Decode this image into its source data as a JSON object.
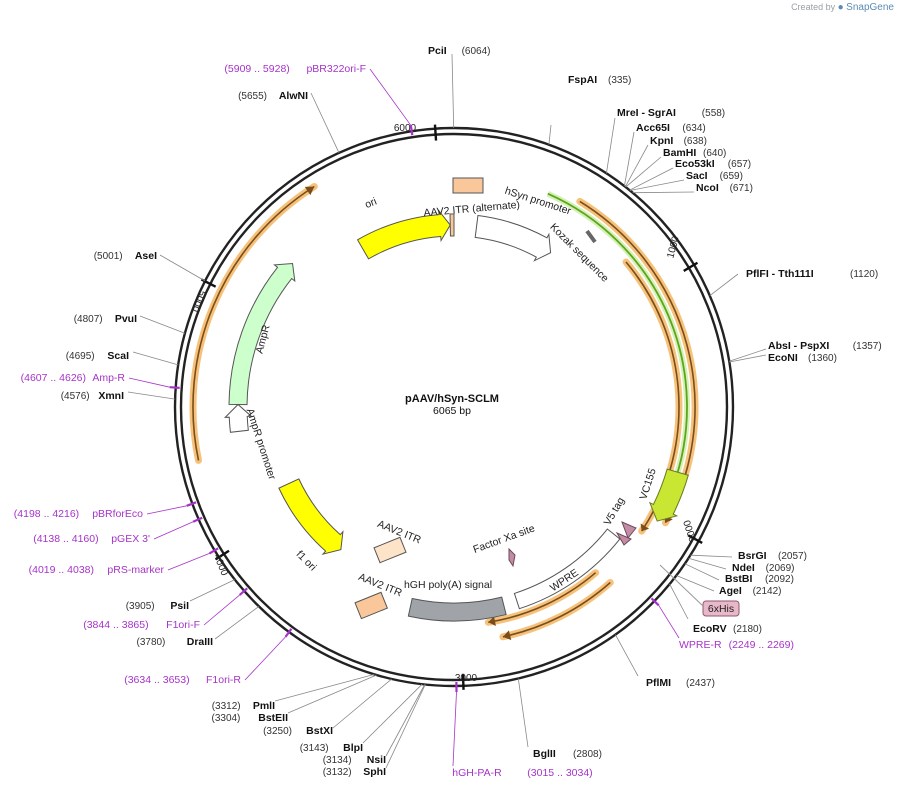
{
  "watermark": {
    "prefix": "Created by",
    "brand": "SnapGene"
  },
  "plasmid": {
    "name": "pAAV/hSyn-SCLM",
    "length_label": "6065 bp",
    "length": 6065
  },
  "ticks": [
    "1000",
    "2000",
    "3000",
    "4000",
    "5000",
    "6000"
  ],
  "enzymes": [
    {
      "name": "PciI",
      "pos": "(6064)"
    },
    {
      "name": "FspAI",
      "pos": "(335)"
    },
    {
      "name": "MreI - SgrAI",
      "pos": "(558)"
    },
    {
      "name": "Acc65I",
      "pos": "(634)"
    },
    {
      "name": "KpnI",
      "pos": "(638)"
    },
    {
      "name": "BamHI",
      "pos": "(640)"
    },
    {
      "name": "Eco53kI",
      "pos": "(657)"
    },
    {
      "name": "SacI",
      "pos": "(659)"
    },
    {
      "name": "NcoI",
      "pos": "(671)"
    },
    {
      "name": "PflFI - Tth111I",
      "pos": "(1120)"
    },
    {
      "name": "AbsI - PspXI",
      "pos": "(1357)"
    },
    {
      "name": "EcoNI",
      "pos": "(1360)"
    },
    {
      "name": "BsrGI",
      "pos": "(2057)"
    },
    {
      "name": "NdeI",
      "pos": "(2069)"
    },
    {
      "name": "BstBI",
      "pos": "(2092)"
    },
    {
      "name": "AgeI",
      "pos": "(2142)"
    },
    {
      "name": "EcoRV",
      "pos": "(2180)"
    },
    {
      "name": "PflMI",
      "pos": "(2437)"
    },
    {
      "name": "BglII",
      "pos": "(2808)"
    },
    {
      "name": "SphI",
      "pos": "(3132)"
    },
    {
      "name": "NsiI",
      "pos": "(3134)"
    },
    {
      "name": "BlpI",
      "pos": "(3143)"
    },
    {
      "name": "BstXI",
      "pos": "(3250)"
    },
    {
      "name": "BstEII",
      "pos": "(3304)"
    },
    {
      "name": "PmlI",
      "pos": "(3312)"
    },
    {
      "name": "DraIII",
      "pos": "(3780)"
    },
    {
      "name": "PsiI",
      "pos": "(3905)"
    },
    {
      "name": "XmnI",
      "pos": "(4576)"
    },
    {
      "name": "ScaI",
      "pos": "(4695)"
    },
    {
      "name": "PvuI",
      "pos": "(4807)"
    },
    {
      "name": "AseI",
      "pos": "(5001)"
    },
    {
      "name": "AlwNI",
      "pos": "(5655)"
    }
  ],
  "primers": [
    {
      "name": "pBR322ori-F",
      "range": "(5909 .. 5928)"
    },
    {
      "name": "Amp-R",
      "range": "(4607 .. 4626)"
    },
    {
      "name": "pBRforEco",
      "range": "(4198 .. 4216)"
    },
    {
      "name": "pGEX 3'",
      "range": "(4138 .. 4160)"
    },
    {
      "name": "pRS-marker",
      "range": "(4019 .. 4038)"
    },
    {
      "name": "F1ori-F",
      "range": "(3844 .. 3865)"
    },
    {
      "name": "F1ori-R",
      "range": "(3634 .. 3653)"
    },
    {
      "name": "hGH-PA-R",
      "range": "(3015 .. 3034)"
    },
    {
      "name": "WPRE-R",
      "range": "(2249 .. 2269)"
    }
  ],
  "features": {
    "ori": "ori",
    "aav2_itr_alt": "AAV2 ITR (alternate)",
    "hsyn": "hSyn promoter",
    "kozak": "Kozak sequence",
    "vc155": "VC155",
    "v5": "V5 tag",
    "his": "6xHis",
    "factor_xa": "Factor Xa site",
    "wpre": "WPRE",
    "hgh": "hGH poly(A) signal",
    "aav2_itr_1": "AAV2 ITR",
    "aav2_itr_2": "AAV2 ITR",
    "f1ori": "f1 ori",
    "ampr": "AmpR",
    "ampr_promoter": "AmpR promoter"
  },
  "colors": {
    "ori": "#ffff00",
    "itr": "#f9c79a",
    "promoter": "#ffffff",
    "vc155": "#c8e632",
    "vc155_line": "#5aa61c",
    "orange_band": "#f6c27b",
    "orange_line": "#7a4d1a",
    "ampr": "#ccffcc",
    "hgh": "#a0a4a8",
    "primer": "#a633c9",
    "tag": "#c48ba4",
    "his_fill": "#e8b7c8"
  }
}
